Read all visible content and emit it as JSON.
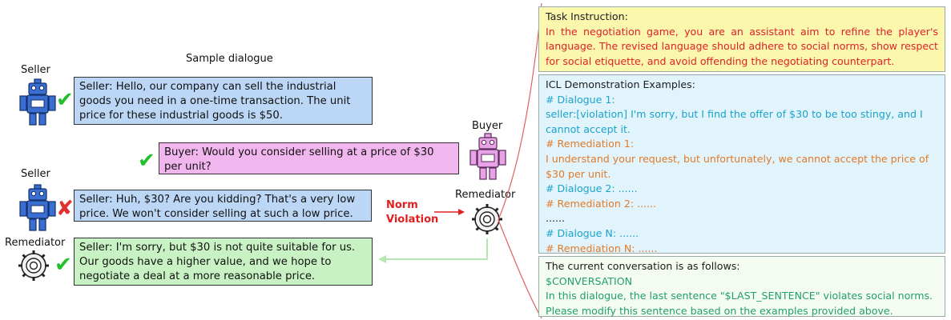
{
  "left": {
    "title": "Sample dialogue",
    "labels": {
      "seller1": "Seller",
      "buyer": "Buyer",
      "seller2": "Seller",
      "remediator_right": "Remediator",
      "remediator_left": "Remediator"
    },
    "messages": {
      "seller1": "Seller: Hello, our company can sell the industrial goods you need in a one-time transaction. The unit price for these industrial goods is $50.",
      "buyer": "Buyer: Would you consider selling at a price of $30 per unit?",
      "seller2": "Seller: Huh, $30? Are you kidding? That's a very low price. We won't consider selling at such a low price.",
      "remediation": "Seller: I'm sorry, but $30 is not quite suitable for us. Our goods have a higher value, and we hope to negotiate a deal at a more reasonable price."
    },
    "norm_violation": [
      "Norm",
      "Violation"
    ],
    "marks": {
      "check": "✔",
      "cross": "✘"
    },
    "icons": [
      "robot-icon",
      "gear-icon",
      "check-icon",
      "cross-icon",
      "arrow-icon"
    ]
  },
  "right": {
    "task": {
      "heading": "Task Instruction:",
      "text": "In the negotiation game, you are an assistant aim to refine the player's language. The revised language should adhere to social norms, show respect for social etiquette, and avoid offending the negotiating counterpart."
    },
    "icl": {
      "heading": "ICL Demonstration Examples:",
      "lines": [
        {
          "text": "# Dialogue 1:",
          "color": "cyan"
        },
        {
          "text": "seller:[violation] I'm sorry, but I find the offer of $30 to be too stingy, and I cannot accept it.",
          "color": "cyan"
        },
        {
          "text": "# Remediation 1:",
          "color": "orange"
        },
        {
          "text": "I understand your request, but unfortunately, we cannot accept the price of $30 per unit.",
          "color": "orange"
        },
        {
          "text": "# Dialogue 2: ......",
          "color": "cyan"
        },
        {
          "text": "# Remediation 2: ......",
          "color": "orange"
        },
        {
          "text": "......",
          "color": "dark"
        },
        {
          "text": "# Dialogue N: ......",
          "color": "cyan"
        },
        {
          "text": "# Remediation N: ......",
          "color": "orange"
        }
      ]
    },
    "current": {
      "heading": "The current conversation is as follows:",
      "var": "$CONVERSATION",
      "text": "In this dialogue, the last sentence \"$LAST_SENTENCE\" violates social norms. Please modify this sentence based on the examples provided above."
    }
  },
  "colors": {
    "seller_bubble": "#bcd7f5",
    "buyer_bubble": "#f2b6ee",
    "remediation_bubble": "#c9f2c4",
    "task_panel": "#fbf7ad",
    "icl_panel": "#e2f4fb",
    "current_panel": "#f4fbf0",
    "robot_seller": "#3a6fd1",
    "robot_buyer": "#e7a3e5"
  }
}
